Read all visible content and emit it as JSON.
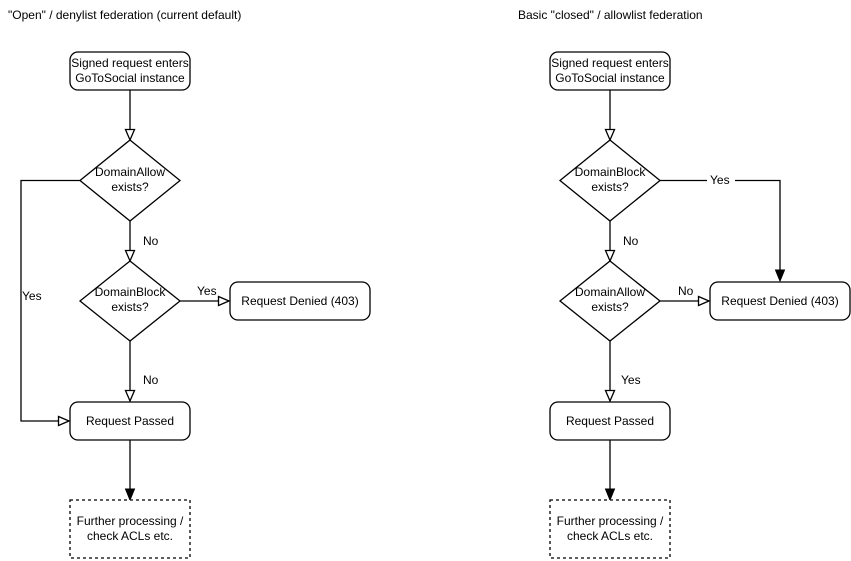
{
  "diagram": {
    "background": "#ffffff",
    "stroke_color": "#000000",
    "node_fill": "#ffffff",
    "text_color": "#000000"
  },
  "charts": [
    {
      "title": "\"Open\" / denylist federation (current default)",
      "start_line1": "Signed request enters",
      "start_line2": "GoToSocial instance",
      "decision1_line1": "DomainAllow",
      "decision1_line2": "exists?",
      "decision1_yes_label": "Yes",
      "decision1_no_label": "No",
      "decision2_line1": "DomainBlock",
      "decision2_line2": "exists?",
      "decision2_yes_label": "Yes",
      "decision2_no_label": "No",
      "denied_label": "Request Denied (403)",
      "passed_label": "Request Passed",
      "further_line1": "Further processing /",
      "further_line2": "check ACLs etc."
    },
    {
      "title": "Basic \"closed\" / allowlist federation",
      "start_line1": "Signed request enters",
      "start_line2": "GoToSocial instance",
      "decision1_line1": "DomainBlock",
      "decision1_line2": "exists?",
      "decision1_yes_label": "Yes",
      "decision1_no_label": "No",
      "decision2_line1": "DomainAllow",
      "decision2_line2": "exists?",
      "decision2_yes_label": "Yes",
      "decision2_no_label": "No",
      "denied_label": "Request Denied (403)",
      "passed_label": "Request Passed",
      "further_line1": "Further processing /",
      "further_line2": "check ACLs etc."
    }
  ]
}
